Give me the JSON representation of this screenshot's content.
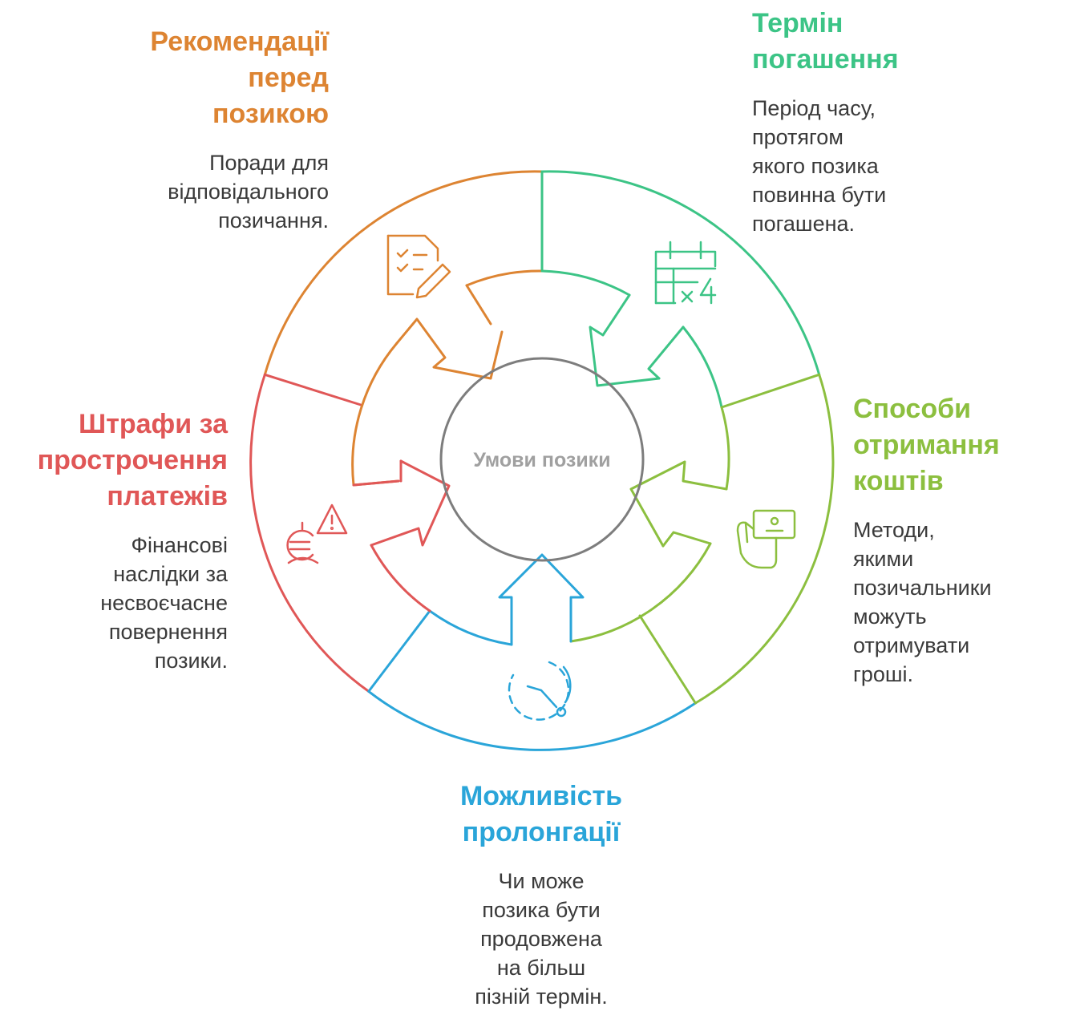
{
  "center": {
    "label": "Умови позики"
  },
  "colors": {
    "orange": "#dd8432",
    "green": "#3cc486",
    "lime": "#8cbf3f",
    "blue": "#2aa5d9",
    "red": "#e05757",
    "gray": "#7d7d7d"
  },
  "icons": {
    "recommendations": "checklist-pencil-icon",
    "repayment": "calendar-x4-icon",
    "methods": "hand-card-icon",
    "prolongation": "clock-icon",
    "penalties": "euro-warning-icon"
  },
  "segments": {
    "recommendations": {
      "title": "Рекомендації\nперед\nпозикою",
      "desc": "Поради для\nвідповідального\nпозичання."
    },
    "repayment": {
      "title": "Термін\nпогашення",
      "desc": "Період часу,\nпротягом\nякого позика\nповинна бути\nпогашена."
    },
    "methods": {
      "title": "Способи\nотримання\nкоштів",
      "desc": "Методи,\nякими\nпозичальники\nможуть\nотримувати\nгроші."
    },
    "prolongation": {
      "title": "Можливість\nпролонгації",
      "desc": "Чи може\nпозика бути\nпродовжена\nна більш\nпізній термін."
    },
    "penalties": {
      "title": "Штрафи за\nпрострочення\nплатежів",
      "desc": "Фінансові\nнаслідки за\nнесвоєчасне\nповернення\nпозики."
    }
  }
}
